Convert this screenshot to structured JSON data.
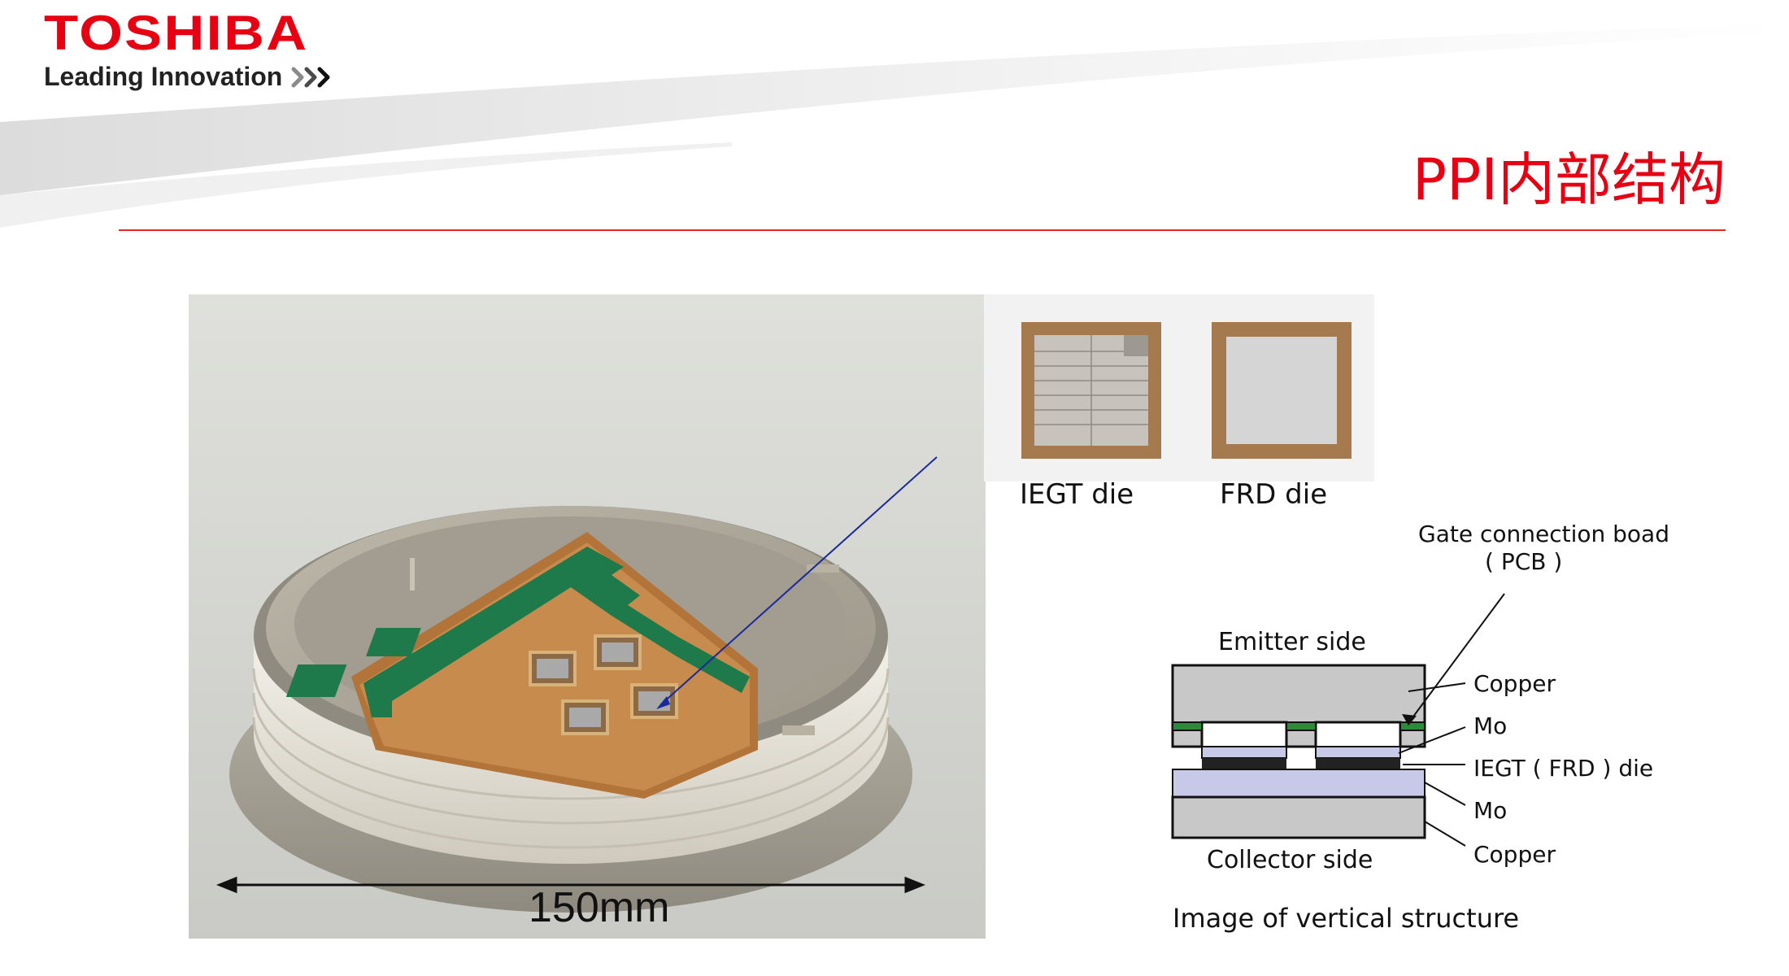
{
  "brand": {
    "logo_text": "TOSHIBA",
    "tagline": "Leading Innovation",
    "tagline_icon": "triple-chevron-right-icon",
    "brand_color": "#e60012"
  },
  "slide": {
    "title": "PPI内部结构"
  },
  "photo": {
    "dimension_label": "150mm"
  },
  "dies": {
    "iegt_label": "IEGT die",
    "frd_label": "FRD die"
  },
  "structure": {
    "gate_board_label_line1": "Gate connection boad",
    "gate_board_label_line2": "( PCB )",
    "emitter_side": "Emitter side",
    "collector_side": "Collector side",
    "layers": {
      "copper_top": "Copper",
      "mo_top": "Mo",
      "die": "IEGT ( FRD ) die",
      "mo_bottom": "Mo",
      "copper_bottom": "Copper"
    },
    "caption": "Image of vertical structure"
  }
}
